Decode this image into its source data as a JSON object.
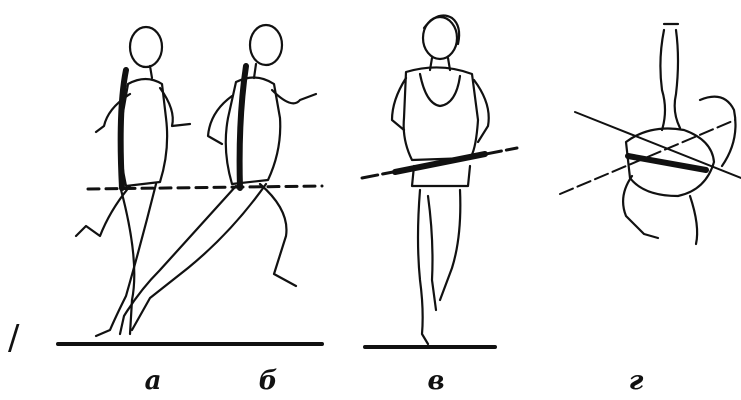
{
  "figure": {
    "labels": [
      "а",
      "б",
      "в",
      "г"
    ],
    "mark": "/"
  },
  "colors": {
    "ink": "#111111",
    "background": "#ffffff"
  }
}
